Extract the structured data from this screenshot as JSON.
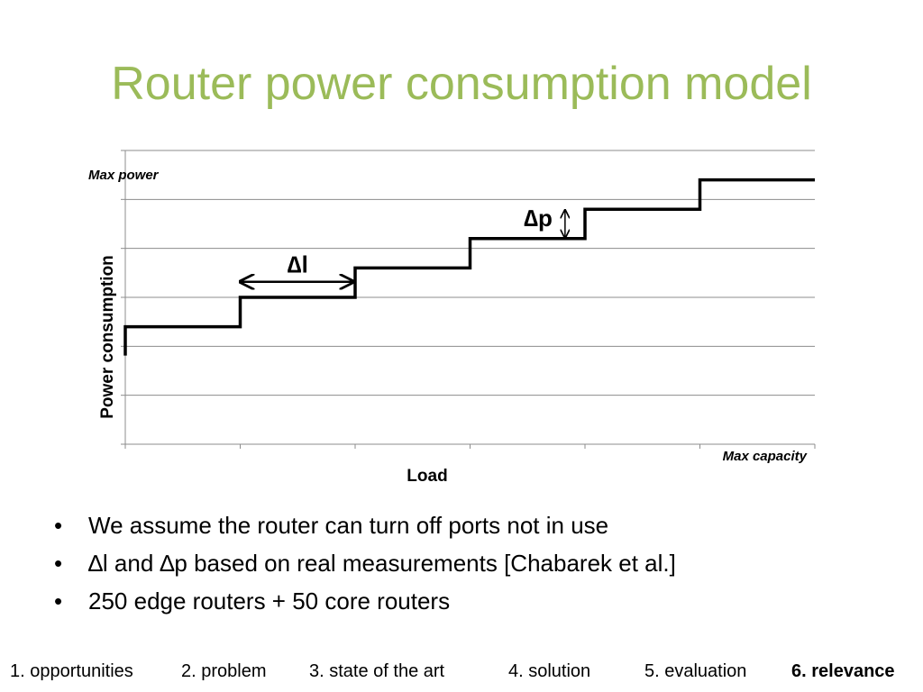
{
  "slide": {
    "title": "Router power consumption model"
  },
  "chart_data": {
    "type": "line",
    "step": true,
    "xlabel": "Load",
    "ylabel": "Power consumption",
    "ylabel_top": "Max power",
    "xlabel_right": "Max capacity",
    "grid": true,
    "x": [
      0,
      1,
      2,
      3,
      4,
      5,
      6
    ],
    "y": [
      2.4,
      3.0,
      3.6,
      4.2,
      4.8,
      5.4,
      5.4
    ],
    "xlim": [
      0,
      6
    ],
    "ylim": [
      0,
      6
    ],
    "annotations": [
      {
        "label": "∆l",
        "kind": "horizontal-span",
        "from_x": 1,
        "to_x": 2,
        "at_y": 3.3
      },
      {
        "label": "∆p",
        "kind": "vertical-span",
        "at_x": 3.85,
        "from_y": 4.2,
        "to_y": 4.8
      }
    ]
  },
  "bullets": [
    "We assume the router can turn off ports not in use",
    "∆l and ∆p based on real measurements [Chabarek et al.]",
    "250 edge routers + 50 core routers"
  ],
  "footer": {
    "items": [
      {
        "label": "1. opportunities",
        "active": false
      },
      {
        "label": "2. problem",
        "active": false
      },
      {
        "label": "3. state of the art",
        "active": false
      },
      {
        "label": "4. solution",
        "active": false
      },
      {
        "label": "5. evaluation",
        "active": false
      },
      {
        "label": "6. relevance",
        "active": true
      }
    ]
  }
}
